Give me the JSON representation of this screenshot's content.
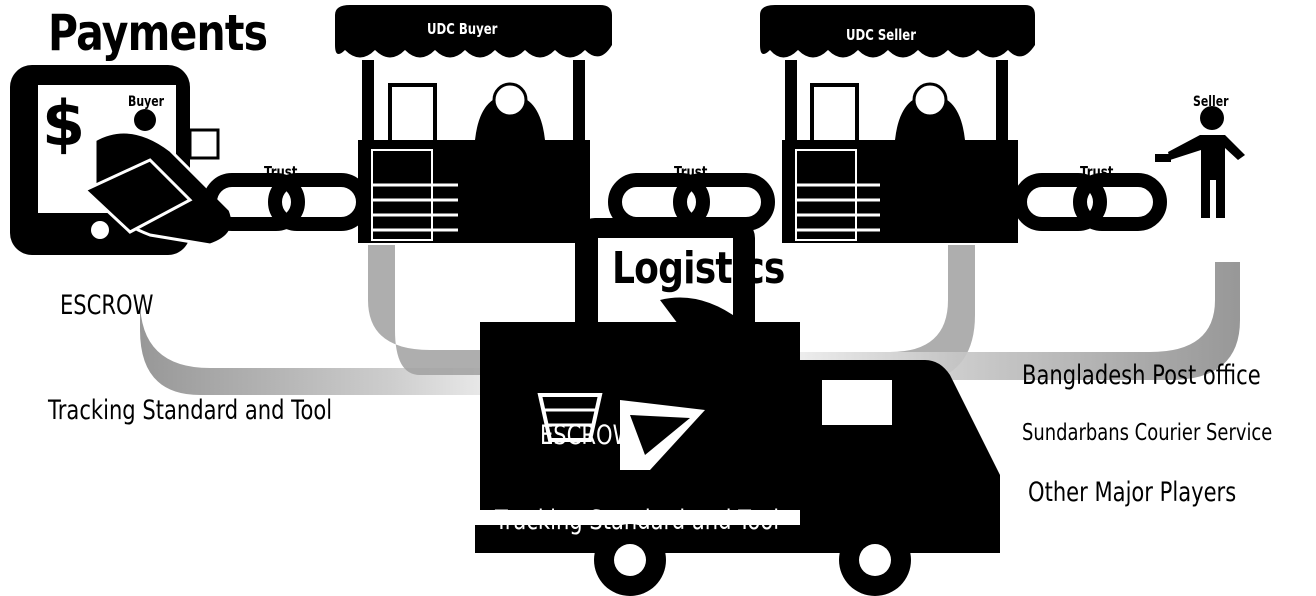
{
  "titles": {
    "payments": "Payments",
    "logistics": "Logistics"
  },
  "stalls": {
    "buyer_line1": "UDC Buyer",
    "buyer_line2": "UDC Buyer",
    "seller_line1": "UDC Seller",
    "seller_line2": "UDC Seller"
  },
  "people": {
    "buyer": "Buyer",
    "seller": "Seller"
  },
  "links": {
    "trust_left": "Trust",
    "trust_middle": "Trust",
    "trust_right": "Trust"
  },
  "left_notes": {
    "escrow": "ESCROW",
    "tracking": "Tracking Standard and Tool"
  },
  "truck_notes": {
    "escrow": "ESCROW",
    "tracking": "Tracking Standard and Tool"
  },
  "providers": [
    "Bangladesh Post office",
    "Sundarbans Courier Service",
    "Other Major Players"
  ],
  "colors": {
    "ink": "#000000",
    "arrow_grey": "#b3b3b3",
    "background": "#ffffff"
  }
}
